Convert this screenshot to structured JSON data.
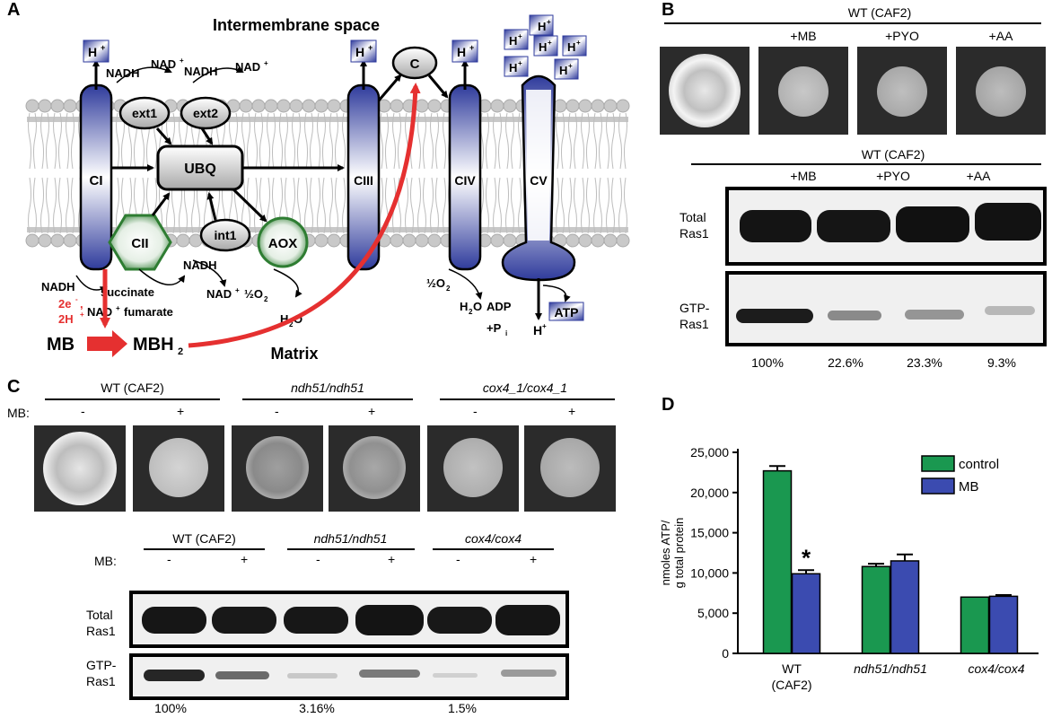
{
  "panel_a": {
    "label": "A",
    "intermembrane": "Intermembrane space",
    "matrix": "Matrix",
    "complexes": {
      "ci": "CI",
      "cii": "CII",
      "ciii": "CIII",
      "civ": "CIV",
      "cv": "CV",
      "ubq": "UBQ",
      "ext1": "ext1",
      "ext2": "ext2",
      "int1": "int1",
      "aox": "AOX",
      "c": "C"
    },
    "hplus": "H",
    "plus": "+",
    "nadh": "NADH",
    "nad": "NAD",
    "succinate": "succinate",
    "fumarate": "fumarate",
    "half_o2": "½O",
    "h2o": "H",
    "water_o": "O",
    "two": "2",
    "adp": "ADP",
    "pi": "+P",
    "pi_sub": "i",
    "atp": "ATP",
    "mb": "MB",
    "mbh": "MBH",
    "electrons1": "2e",
    "electrons2": "2H",
    "minus": "-",
    "comma": ","
  },
  "panel_b": {
    "label": "B",
    "strain": "WT (CAF2)",
    "treatments": [
      "+MB",
      "+PYO",
      "+AA"
    ],
    "blot_labels": {
      "total1": "Total",
      "total2": "Ras1",
      "gtp1": "GTP-",
      "gtp2": "Ras1"
    },
    "percents": [
      "100%",
      "22.6%",
      "23.3%",
      "9.3%"
    ]
  },
  "panel_c": {
    "label": "C",
    "strains": [
      "WT (CAF2)",
      "ndh51/ndh51",
      "cox4_1/cox4_1"
    ],
    "mb_label": "MB:",
    "signs": [
      "-",
      "+",
      "-",
      "+",
      "-",
      "+"
    ],
    "blot_strains": [
      "WT (CAF2)",
      "ndh51/ndh51",
      "cox4/cox4"
    ],
    "blot_labels": {
      "total1": "Total",
      "total2": "Ras1",
      "gtp1": "GTP-",
      "gtp2": "Ras1"
    },
    "percents": [
      "100%",
      "3.16%",
      "1.5%"
    ]
  },
  "panel_d": {
    "label": "D"
  },
  "chart_data": {
    "type": "bar",
    "ylabel": "nmoles ATP/ g total protein",
    "ylim": [
      0,
      25000
    ],
    "yticks": [
      "0",
      "5,000",
      "10,000",
      "15,000",
      "20,000",
      "25,000"
    ],
    "categories": [
      "WT (CAF2)",
      "ndh51/ndh51",
      "cox4/cox4"
    ],
    "series": [
      {
        "name": "control",
        "color": "#1a9850",
        "values": [
          22700,
          10800,
          7000
        ],
        "errors": [
          600,
          350,
          0
        ]
      },
      {
        "name": "MB",
        "color": "#3b4bb0",
        "values": [
          9900,
          11500,
          7100
        ],
        "errors": [
          450,
          800,
          150
        ]
      }
    ],
    "annotation": "*"
  }
}
